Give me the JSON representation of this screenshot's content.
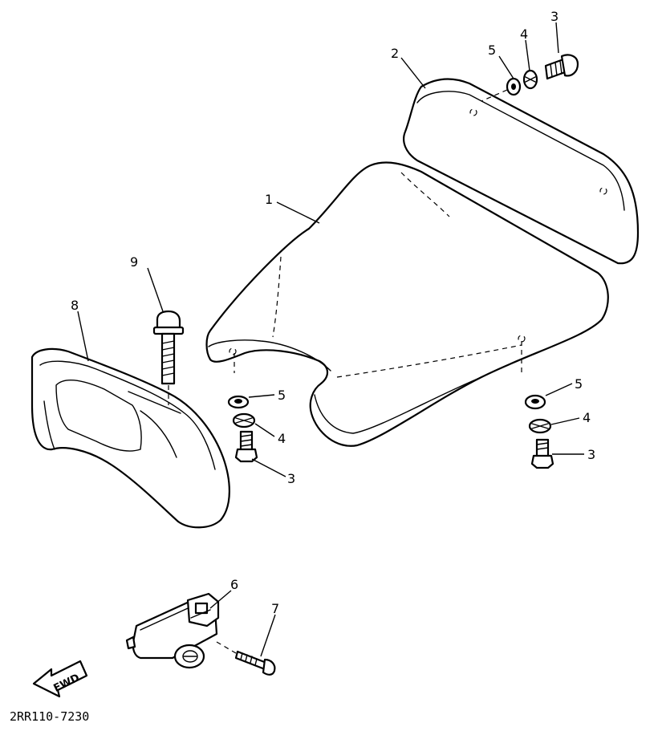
{
  "diagram": {
    "callouts": {
      "c1": "1",
      "c2": "2",
      "c3a": "3",
      "c4a": "4",
      "c5a": "5",
      "c5b": "5",
      "c4b": "4",
      "c3b": "3",
      "c5c": "5",
      "c4c": "4",
      "c3c": "3",
      "c6": "6",
      "c7": "7",
      "c8": "8",
      "c9": "9"
    },
    "fwd_label": "FWD",
    "drawing_code": "2RR110-7230"
  }
}
